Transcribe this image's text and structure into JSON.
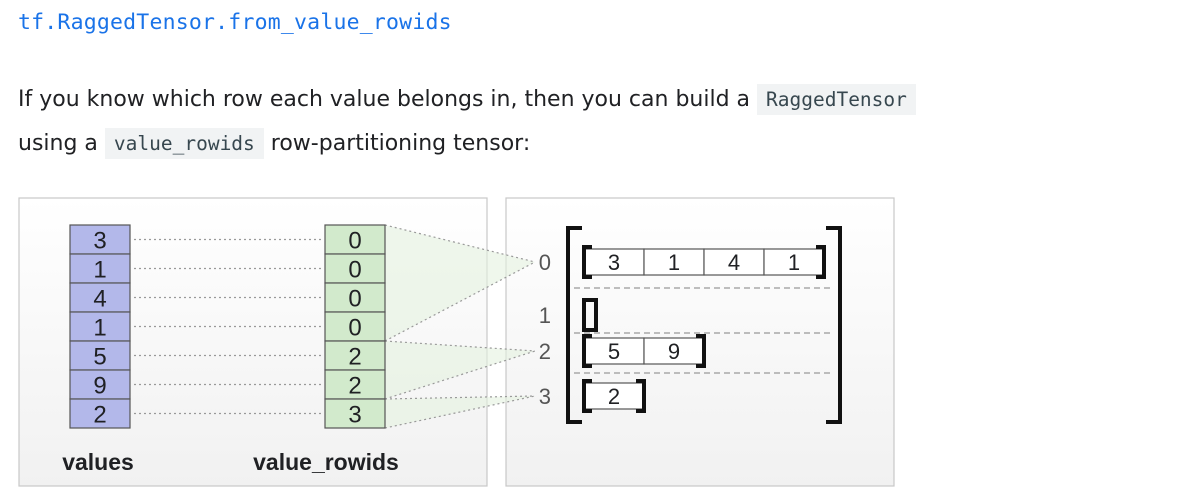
{
  "heading": "tf.RaggedTensor.from_value_rowids",
  "paragraph": {
    "text1": "If you know which row each value belongs in, then you can build a ",
    "code1": "RaggedTensor",
    "text2": " using a ",
    "code2": "value_rowids",
    "text3": " row-partitioning tensor:"
  },
  "diagram": {
    "values": [
      "3",
      "1",
      "4",
      "1",
      "5",
      "9",
      "2"
    ],
    "value_rowids": [
      "0",
      "0",
      "0",
      "0",
      "2",
      "2",
      "3"
    ],
    "labels": {
      "values": "values",
      "value_rowids": "value_rowids"
    },
    "row_indices": [
      "0",
      "1",
      "2",
      "3"
    ],
    "rows": [
      [
        "3",
        "1",
        "4",
        "1"
      ],
      [],
      [
        "5",
        "9"
      ],
      [
        "2"
      ]
    ],
    "colors": {
      "values_fill": "#b3b8ea",
      "rowids_fill": "#d2eacc",
      "cell_stroke": "#555555",
      "text": "#202124"
    }
  }
}
